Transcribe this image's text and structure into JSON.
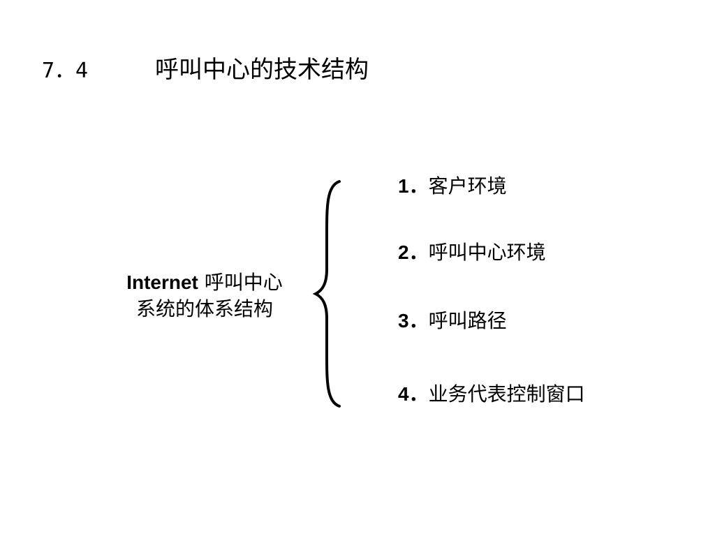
{
  "title": {
    "number": "7．4",
    "text": "呼叫中心的技术结构"
  },
  "subject": {
    "latin": "Internet",
    "line1_rest": " 呼叫中心",
    "line2": "系统的体系结构"
  },
  "items": [
    {
      "index": "1．",
      "label": "客户环境"
    },
    {
      "index": "2．",
      "label": "呼叫中心环境"
    },
    {
      "index": "3．",
      "label": "呼叫路径"
    },
    {
      "index": "4．",
      "label": "业务代表控制窗口"
    }
  ]
}
